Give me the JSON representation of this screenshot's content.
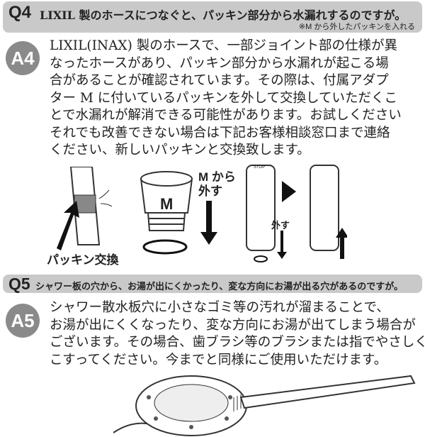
{
  "q4": {
    "label": "Q4",
    "question": "LIXIL 製のホースにつなぐと、パッキン部分から水漏れするのですが。",
    "note": "※M から外したパッキンを入れる"
  },
  "a4": {
    "label": "A4",
    "lines": [
      "LIXIL(INAX) 製のホースで、一部ジョイント部の仕様が異",
      "なったホースがあり、パッキン部分から水漏れが起こる場",
      "合があることが確認されています。その際は、付属アダプ",
      "ター M に付いているパッキンを外して交換していただくこ",
      "とで水漏れが解消できる可能性があります。お試しください",
      "それでも改善できない場合は下記お客様相談窓口まで連絡",
      "ください、新しいパッキンと交換致します。"
    ]
  },
  "illus4": {
    "packing_label": "パッキン交換",
    "adapter_letter": "M",
    "from_m_label": "M から\n外す",
    "remove_label": "外す",
    "stop_label": "STOP"
  },
  "q5": {
    "label": "Q5",
    "question": "シャワー板の穴から、お湯が出にくかったり、変な方向にお湯が出る穴があるのですが。"
  },
  "a5": {
    "label": "A5",
    "lines": [
      "シャワー散水板穴に小さなゴミ等の汚れが溜まることで、",
      "お湯が出にくくなったり、変な方向にお湯が出てしまう場合が",
      "ございます。その場合、歯ブラシ等のブラシまたは指でやさしく",
      "こすってください。今までと同様にご使用いただけます。"
    ]
  }
}
